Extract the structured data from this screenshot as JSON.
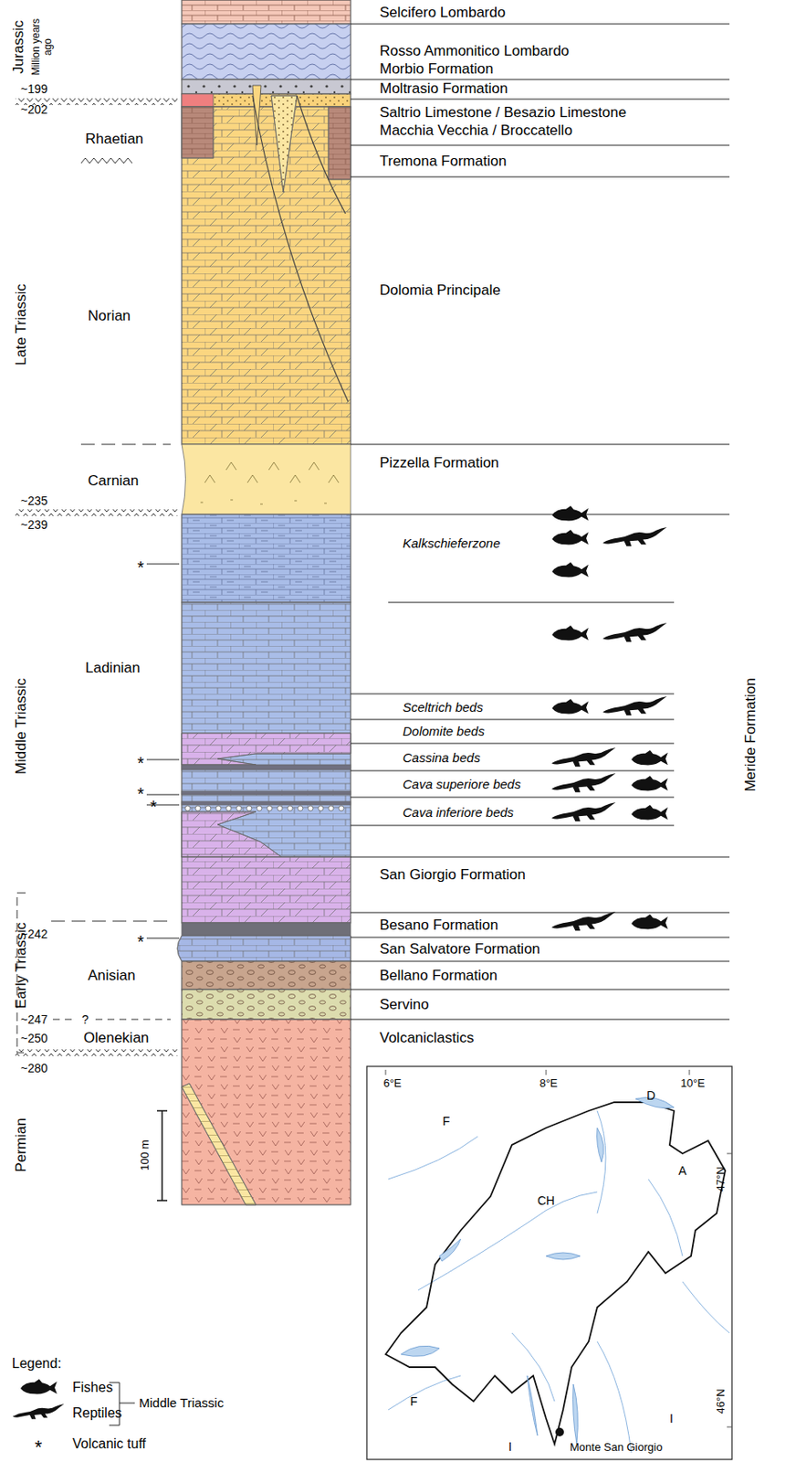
{
  "diagram": {
    "labels": [
      "Jurassic",
      "Million years ago",
      "~199",
      "~202",
      "Rhaetian",
      "Late Triassic",
      "Norian",
      "Carnian",
      "~235",
      "~239",
      "Middle Triassic",
      "Ladinian",
      "~242",
      "Early Triassic",
      "Anisian",
      "~247",
      "?",
      "~250",
      "Olenekian",
      "~280",
      "Permian",
      "100 m",
      "Selcifero Lombardo",
      "Rosso Ammonitico Lombardo",
      "Morbio Formation",
      "Moltrasio Formation",
      "Saltrio Limestone / Besazio Limestone",
      "Macchia Vecchia / Broccatello",
      "Tremona Formation",
      "Dolomia Principale",
      "Pizzella Formation",
      "Kalkschieferzone",
      "Sceltrich beds",
      "Dolomite beds",
      "Cassina beds",
      "Cava superiore beds",
      "Cava inferiore beds",
      "San Giorgio Formation",
      "Besano Formation",
      "San Salvatore Formation",
      "Bellano Formation",
      "Servino",
      "Volcaniclastics",
      "Meride Formation",
      "*",
      "*",
      "*",
      "*",
      "*",
      "Legend:",
      "Middle Triassic",
      "*",
      "6°E",
      "8°E",
      "10°E",
      "F",
      "D",
      "CH",
      "A",
      "47°N",
      "F",
      "I",
      "I",
      "46°N",
      "Monte San Giorgio"
    ],
    "legend": [
      {
        "text": "Fishes"
      },
      {
        "text": "Reptiles"
      },
      {
        "text": "Volcanic tuff"
      }
    ]
  }
}
